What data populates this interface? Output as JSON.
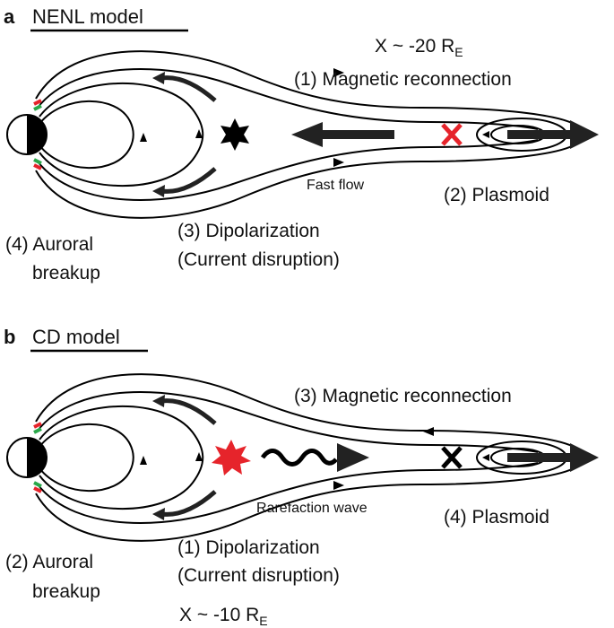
{
  "panels": [
    {
      "letter": "a",
      "title": "NENL model",
      "x_location": "X ~ -20 R",
      "x_location_sub": "E",
      "step1": "(1) Magnetic reconnection",
      "step2": "(2) Plasmoid",
      "step3_line1": "(3) Dipolarization",
      "step3_line2": "(Current disruption)",
      "step4_line1": "(4) Auroral",
      "step4_line2": "breakup",
      "flow_label": "Fast flow",
      "site_marker": "red-x",
      "onset_marker": "black-star"
    },
    {
      "letter": "b",
      "title": "CD model",
      "x_location": "X ~ -10 R",
      "x_location_sub": "E",
      "step1": "(3) Magnetic reconnection",
      "step2": "(4) Plasmoid",
      "step3_line1": "(1) Dipolarization",
      "step3_line2": "(Current disruption)",
      "step4_line1": "(2) Auroral",
      "step4_line2": "breakup",
      "flow_label": "Rarefaction wave",
      "site_marker": "black-x",
      "onset_marker": "red-star"
    }
  ],
  "colors": {
    "line": "#000000",
    "red": "#e6242b",
    "green": "#2aa84a",
    "arrow_gray": "#222222"
  }
}
